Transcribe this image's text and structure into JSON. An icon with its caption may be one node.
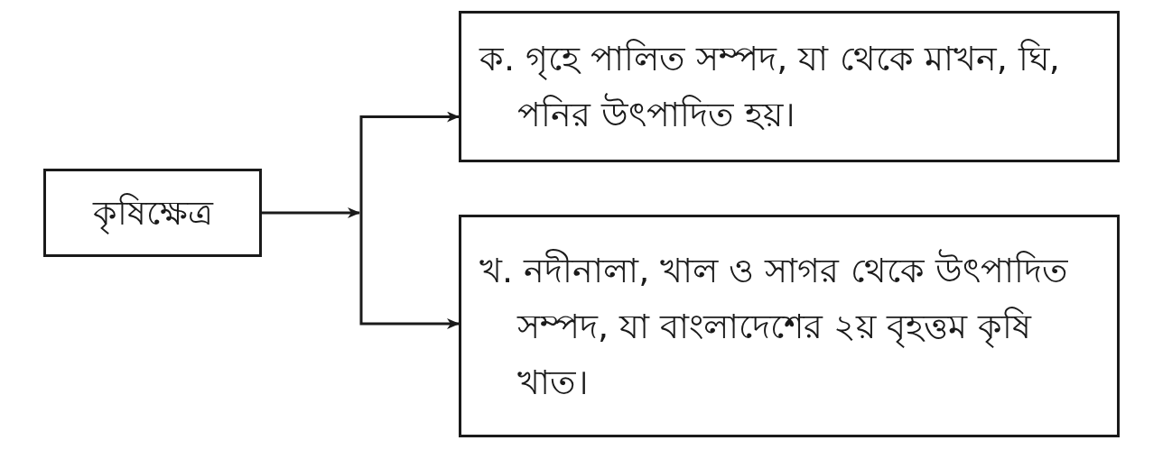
{
  "diagram": {
    "nodes": [
      {
        "text": [
          "কৃষিক্ষেত্র"
        ]
      },
      {
        "text": [
          "ক. গৃহে পালিত সম্পদ, যা থেকে মাখন, ঘি, পনির উৎপাদিত হয়।"
        ]
      },
      {
        "text": [
          "খ. নদীনালা, খাল ও সাগর থেকে উৎপাদিত সম্পদ, যা বাংলাদেশের ২য় বৃহত্তম কৃষি খাত।"
        ]
      }
    ],
    "edges": [
      {
        "from": 0,
        "to": 1,
        "arrow": "to"
      },
      {
        "from": 0,
        "to": 2,
        "arrow": "to"
      }
    ]
  }
}
